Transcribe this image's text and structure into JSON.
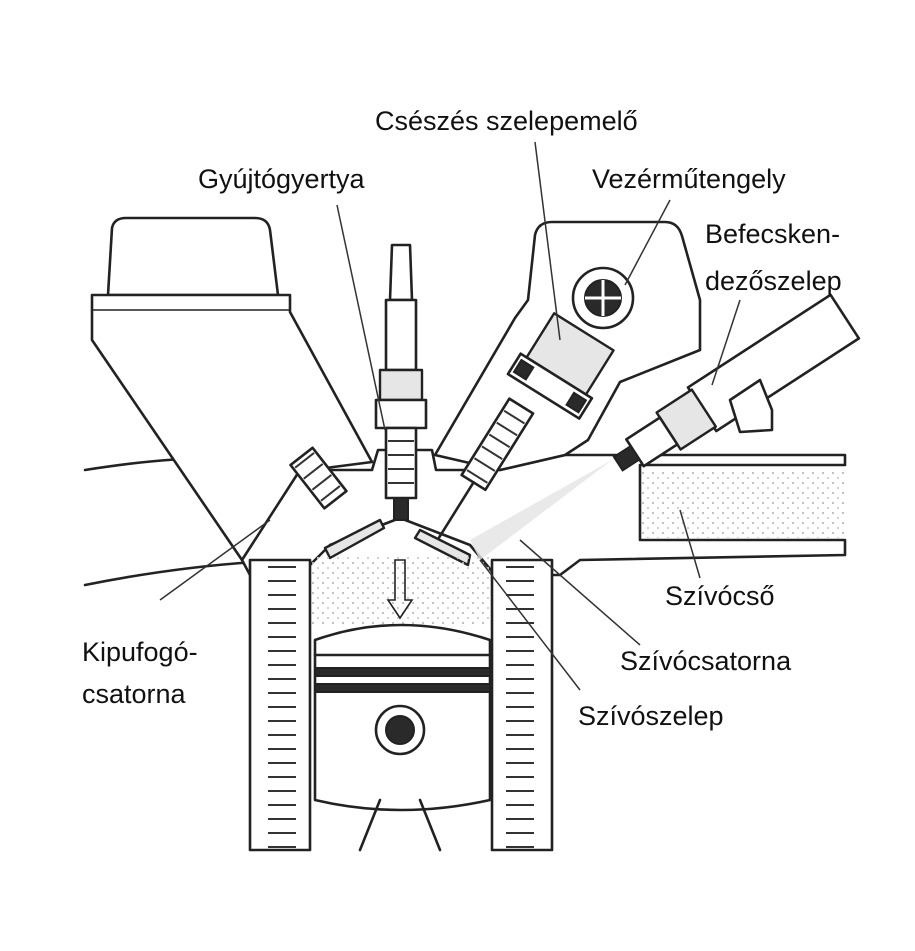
{
  "labels": {
    "cam_follower": "Csészés szelepemelő",
    "spark_plug": "Gyújtógyertya",
    "camshaft": "Vezérműtengely",
    "injector_line1": "Befecsken-",
    "injector_line2": "dezőszelep",
    "intake_pipe": "Szívócső",
    "intake_port": "Szívócsatorna",
    "intake_valve": "Szívószelep",
    "exhaust_port_line1": "Kipufogó-",
    "exhaust_port_line2": "csatorna"
  }
}
